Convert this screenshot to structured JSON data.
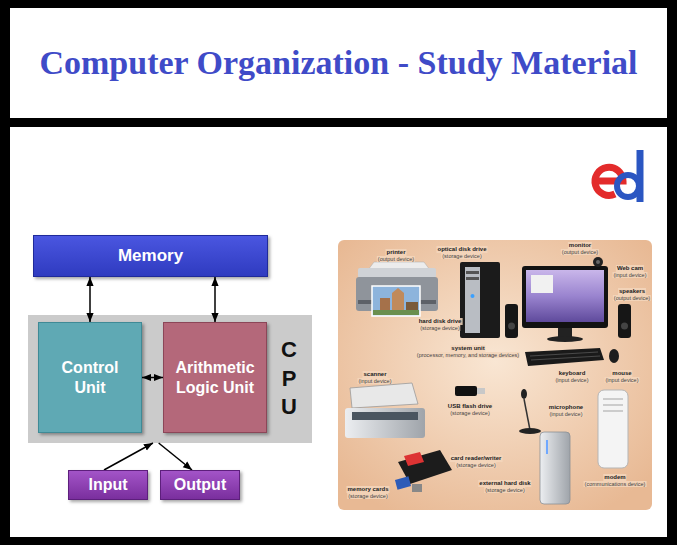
{
  "diagram": {
    "title": "Computer Organization - Study Material",
    "nodes": [
      {
        "text": [
          "Memory"
        ]
      },
      {
        "text": [
          "C P U"
        ]
      },
      {
        "text": [
          "Control Unit"
        ],
        "in": 1
      },
      {
        "text": [
          "Arithmetic Logic Unit"
        ],
        "in": 1
      },
      {
        "text": [
          "Input"
        ]
      },
      {
        "text": [
          "Output"
        ]
      }
    ],
    "edges": [
      {
        "from": 0,
        "to": 2,
        "arrow": "both"
      },
      {
        "from": 0,
        "to": 3,
        "arrow": "both"
      },
      {
        "from": 2,
        "to": 3,
        "arrow": "both"
      },
      {
        "from": 4,
        "to": 1,
        "arrow": "to"
      },
      {
        "from": 1,
        "to": 5,
        "arrow": "to"
      }
    ],
    "labels": [
      "printer",
      "(output device)",
      "optical disk drive",
      "(storage device)",
      "monitor",
      "(output device)",
      "Web cam",
      "(input device)",
      "speakers",
      "(output device)",
      "hard disk drive",
      "(storage device)",
      "system unit",
      "(processor, memory, and storage devices)",
      "keyboard",
      "(input device)",
      "mouse",
      "(input device)",
      "scanner",
      "(input device)",
      "USB flash drive",
      "(storage device)",
      "microphone",
      "(input device)",
      "card reader/writer",
      "(storage device)",
      "memory cards",
      "(storage device)",
      "external hard disk",
      "(storage device)",
      "modem",
      "(communications device)"
    ]
  }
}
